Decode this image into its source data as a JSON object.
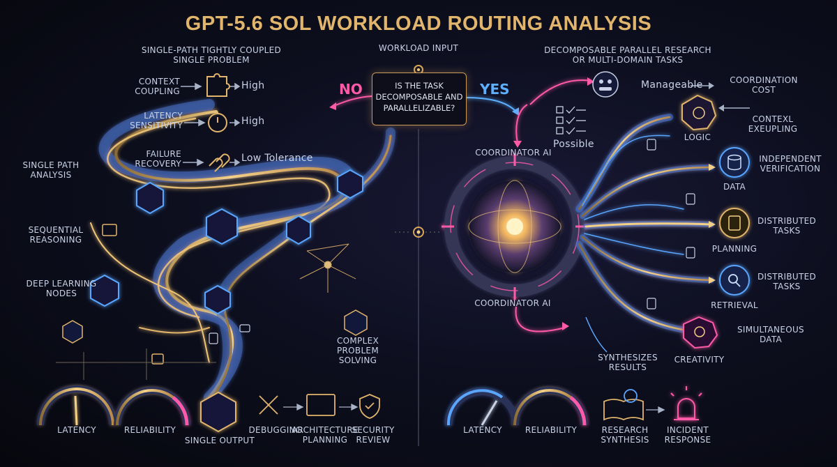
{
  "title": "GPT-5.6 SOL WORKLOAD ROUTING ANALYSIS",
  "center": {
    "workload_input": "WORKLOAD INPUT",
    "question": "IS THE TASK\nDECOMPOSABLE AND\nPARALLELIZABLE?",
    "no_label": "NO",
    "yes_label": "YES"
  },
  "left": {
    "header": "SINGLE-PATH TIGHTLY COUPLED\nSINGLE PROBLEM",
    "criteria": [
      {
        "label": "CONTEXT\nCOUPLING",
        "value": "High",
        "icon": "puzzle-icon"
      },
      {
        "label": "LATENCY\nSENSITIVITY",
        "value": "High",
        "icon": "stopwatch-icon"
      },
      {
        "label": "FAILURE\nRECOVERY",
        "value": "Low Tolerance",
        "icon": "chain-link-icon"
      }
    ],
    "single_path_analysis": "SINGLE PATH\nANALYSIS",
    "sequential_reasoning": "SEQUENTIAL\nREASONING",
    "deep_learning_nodes": "DEEP LEARNING\nNODES",
    "complex_problem_solving": "COMPLEX\nPROBLEM\nSOLVING",
    "gauges": [
      "LATENCY",
      "RELIABILITY"
    ],
    "single_output": "SINGLE OUTPUT",
    "use_cases": [
      "DEBUGGING",
      "ARCHITECTURE\nPLANNING",
      "SECURITY\nREVIEW"
    ]
  },
  "right": {
    "header": "DECOMPOSABLE PARALLEL RESEARCH\nOR MULTI-DOMAIN TASKS",
    "manageable": "Manageable",
    "coordination_cost": "COORDINATION\nCOST",
    "possible": "Possible",
    "coordinator_top": "COORDINATOR AI",
    "coordinator_bottom": "COORDINATOR AI",
    "context_exeupling": "CONTEXL\nEXEUPLING",
    "synthesizes": "SYNTHESIZES\nRESULTS",
    "nodes": [
      {
        "label": "LOGIC",
        "icon": "gear-brain-icon",
        "side": ""
      },
      {
        "label": "DATA",
        "icon": "database-icon",
        "side": "INDEPENDENT\nVERIFICATION"
      },
      {
        "label": "PLANNING",
        "icon": "clipboard-icon",
        "side": "DISTRIBUTED\nTASKS"
      },
      {
        "label": "RETRIEVAL",
        "icon": "magnifier-icon",
        "side": "DISTRIBUTED\nTASKS"
      },
      {
        "label": "CREATIVITY",
        "icon": "lightbulb-icon",
        "side": "SIMULTANEOUS\nDATA"
      }
    ],
    "gauges": [
      "LATENCY",
      "RELIABILITY"
    ],
    "use_cases": [
      "RESEARCH\nSYNTHESIS",
      "INCIDENT\nRESPONSE"
    ]
  },
  "colors": {
    "gold": "#e2b56c",
    "pink": "#ff5aa8",
    "blue": "#5cb0ff",
    "text": "#c9d2e6"
  }
}
